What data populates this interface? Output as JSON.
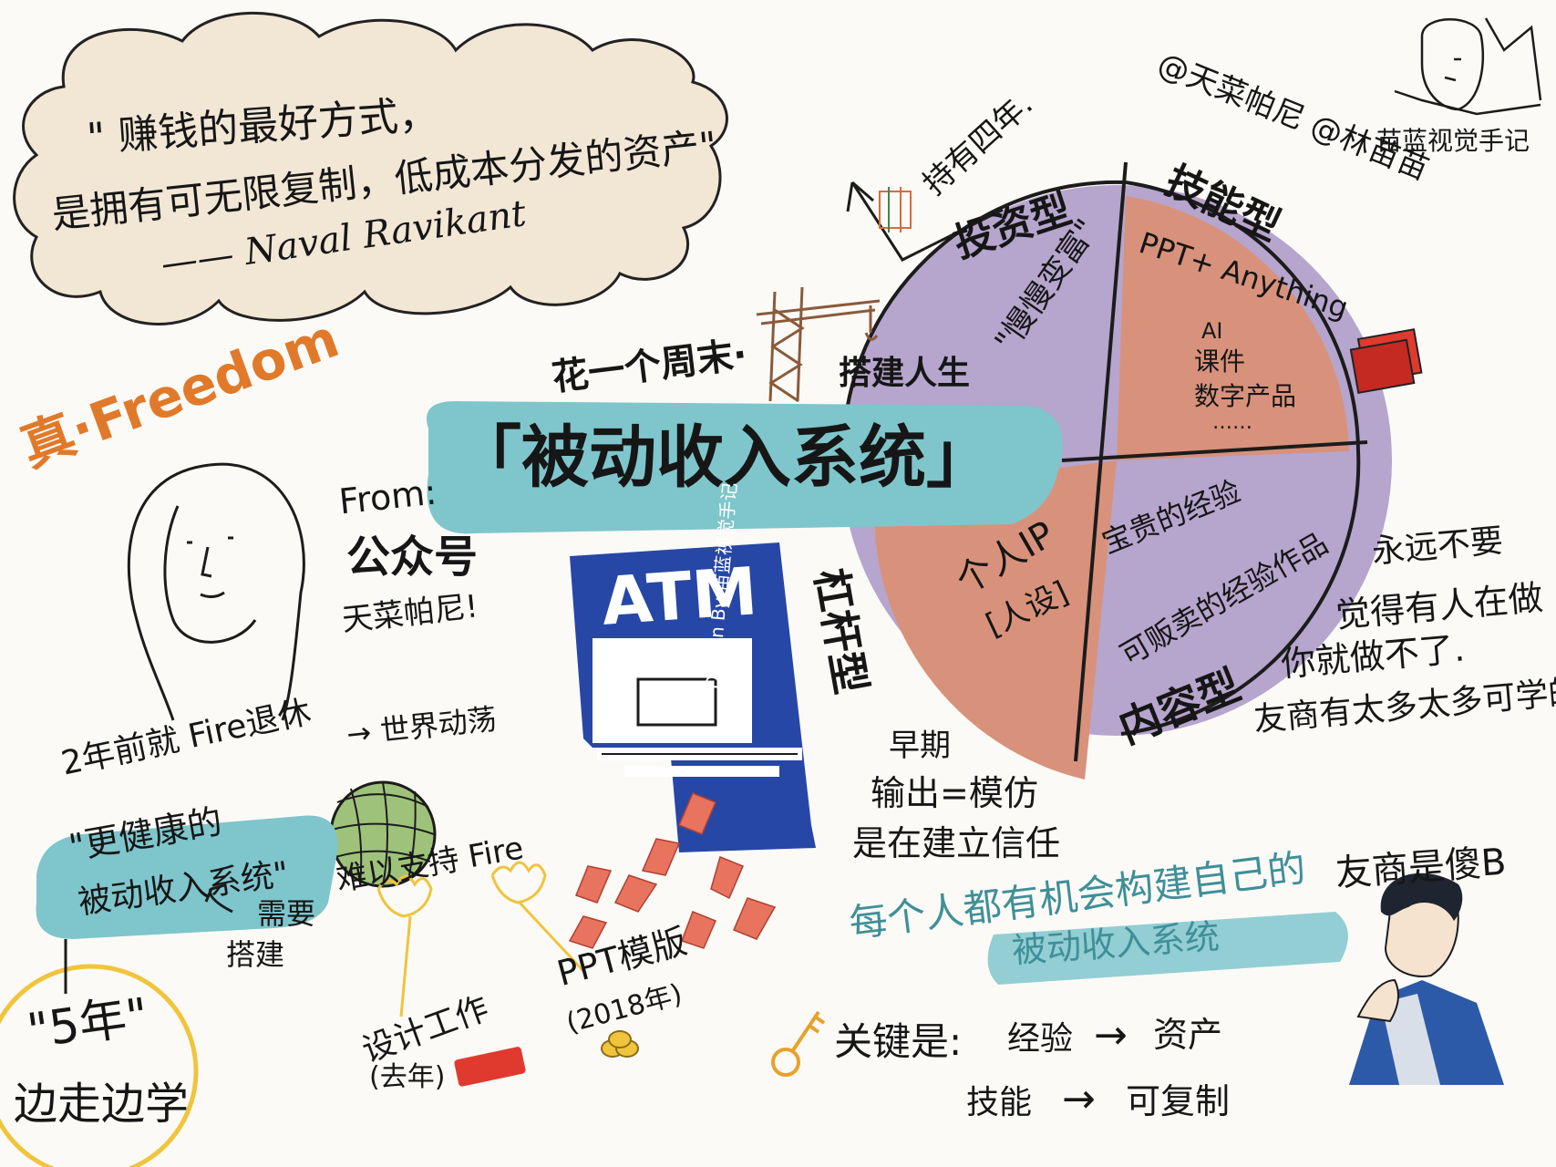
{
  "quote": {
    "line1": "\" 赚钱的最好方式，",
    "line2": "是拥有可无限复制，低成本分发的资产\"",
    "author": "—— Naval Ravikant"
  },
  "freedom": "真·Freedom",
  "source": {
    "from": "From:",
    "channel": "公众号",
    "name": "天菜帕尼!"
  },
  "title": {
    "weekend": "花一个周末·",
    "build": "搭建人生",
    "main": "「被动收入系统」"
  },
  "atm": {
    "label": "ATM",
    "credit": "Design By 苗蓝视觉手记"
  },
  "pie": {
    "hold": "持有四年.",
    "invest": {
      "type": "投资型",
      "sub": "\"慢慢变富\""
    },
    "skill": {
      "handles": "@天菜帕尼 @林苗苗",
      "type": "技能型",
      "sub": "PPT+ Anything",
      "items": [
        "AI",
        "课件",
        "数字产品",
        "……"
      ]
    },
    "content": {
      "type": "内容型",
      "valuable": "宝贵的经验",
      "sellable": "可贩卖的经验作品"
    },
    "leverage": {
      "type": "杠杆型",
      "person": "个人IP",
      "persona": "[人设]"
    }
  },
  "advice": [
    "永远不要",
    "觉得有人在做",
    "你就做不了.",
    "友商有太多太多可学的"
  ],
  "early": [
    "早期",
    "输出=模仿",
    "是在建立信任"
  ],
  "left": {
    "fire": "2年前就 Fire退休",
    "world": "→ 世界动荡",
    "healthy": "\"更健康的",
    "healthy2": "被动收入系统\"",
    "need": "需要",
    "build": "搭建",
    "hard": "难以支持 Fire",
    "design": "设计工作",
    "design_year": "(去年)",
    "ppt": "PPT模版",
    "ppt_year": "(2018年)",
    "five": "\"5年\"",
    "learn": "边走边学"
  },
  "everyone": {
    "line1": "每个人都有机会构建自己的",
    "line2": "被动收入系统"
  },
  "key": {
    "label": "关键是:",
    "a1": "经验",
    "a2": "资产",
    "b1": "技能",
    "b2": "可复制",
    "arrow": "→"
  },
  "friend": "友商是傻B",
  "signature": "苗蓝视觉手记",
  "colors": {
    "purple": "#b6a5cd",
    "salmon": "#d8927b",
    "teal": "#7fc5cc",
    "atm_blue": "#2747a6",
    "orange": "#e07a2a",
    "cloud": "#f2e6d5",
    "yellow": "#f0c43c",
    "red": "#e03a2f"
  }
}
